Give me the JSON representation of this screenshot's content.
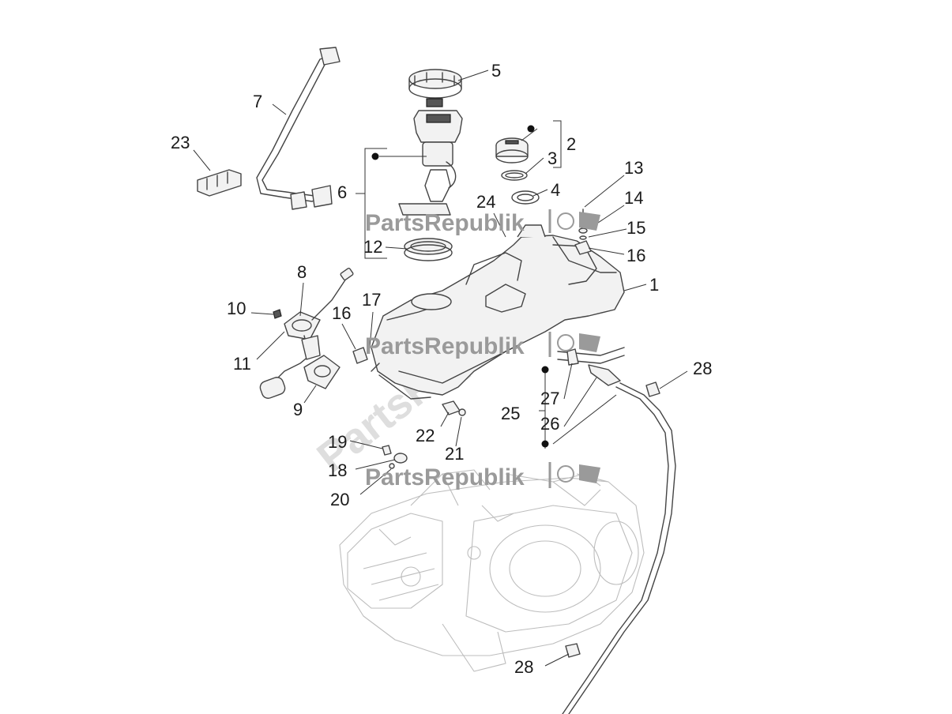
{
  "watermark": {
    "brand": "PartsRepublik"
  },
  "callouts": [
    {
      "id": "c1",
      "label": "1"
    },
    {
      "id": "c2",
      "label": "2"
    },
    {
      "id": "c3",
      "label": "3"
    },
    {
      "id": "c4",
      "label": "4"
    },
    {
      "id": "c5",
      "label": "5"
    },
    {
      "id": "c6",
      "label": "6"
    },
    {
      "id": "c7",
      "label": "7"
    },
    {
      "id": "c8",
      "label": "8"
    },
    {
      "id": "c9",
      "label": "9"
    },
    {
      "id": "c10",
      "label": "10"
    },
    {
      "id": "c11",
      "label": "11"
    },
    {
      "id": "c12",
      "label": "12"
    },
    {
      "id": "c13",
      "label": "13"
    },
    {
      "id": "c14",
      "label": "14"
    },
    {
      "id": "c15",
      "label": "15"
    },
    {
      "id": "c16a",
      "label": "16"
    },
    {
      "id": "c16b",
      "label": "16"
    },
    {
      "id": "c17",
      "label": "17"
    },
    {
      "id": "c18",
      "label": "18"
    },
    {
      "id": "c19",
      "label": "19"
    },
    {
      "id": "c20",
      "label": "20"
    },
    {
      "id": "c21",
      "label": "21"
    },
    {
      "id": "c22",
      "label": "22"
    },
    {
      "id": "c23",
      "label": "23"
    },
    {
      "id": "c24",
      "label": "24"
    },
    {
      "id": "c25",
      "label": "25"
    },
    {
      "id": "c26",
      "label": "26"
    },
    {
      "id": "c27",
      "label": "27"
    },
    {
      "id": "c28a",
      "label": "28"
    },
    {
      "id": "c28b",
      "label": "28"
    }
  ]
}
